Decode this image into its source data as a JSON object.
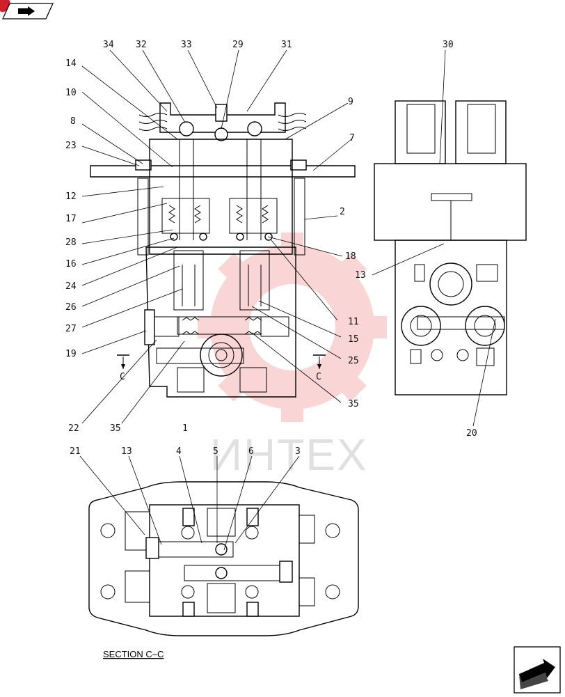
{
  "section_label": "SECTION C–C",
  "watermark": "ИНТЕХ",
  "section_marker": "C",
  "nav": {
    "back_icon": "arrow-back-icon",
    "next_icon": "arrow-next-icon"
  },
  "callouts": {
    "c34": "34",
    "c32": "32",
    "c33": "33",
    "c29": "29",
    "c31": "31",
    "c30": "30",
    "c14": "14",
    "c10": "10",
    "c8": "8",
    "c9": "9",
    "c23": "23",
    "c7": "7",
    "c12": "12",
    "c2": "2",
    "c17": "17",
    "c28": "28",
    "c18": "18",
    "c16": "16",
    "c13": "13",
    "c24": "24",
    "c26": "26",
    "c11": "11",
    "c27": "27",
    "c15": "15",
    "c19": "19",
    "c25": "25",
    "c22": "22",
    "c35a": "35",
    "c1": "1",
    "c35b": "35",
    "c20": "20",
    "c21": "21",
    "c13b": "13",
    "c4": "4",
    "c5": "5",
    "c6": "6",
    "c3": "3"
  }
}
